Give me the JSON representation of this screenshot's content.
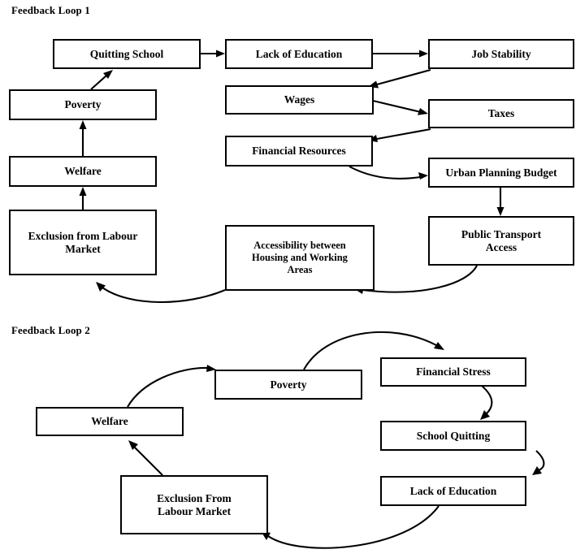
{
  "diagram": {
    "type": "flow-diagram",
    "title_visible": false,
    "background": "#ffffff",
    "line_color": "#000000",
    "box_fill": "#ffffff"
  },
  "loops": [
    {
      "id": "loop1",
      "label": "Feedback Loop 1",
      "nodes": [
        {
          "id": "l1-quitting-school",
          "label": "Quitting School"
        },
        {
          "id": "l1-lack-of-education",
          "label": "Lack of Education"
        },
        {
          "id": "l1-job-stability",
          "label": "Job Stability"
        },
        {
          "id": "l1-poverty",
          "label": "Poverty"
        },
        {
          "id": "l1-wages",
          "label": "Wages"
        },
        {
          "id": "l1-taxes",
          "label": "Taxes"
        },
        {
          "id": "l1-welfare",
          "label": "Welfare"
        },
        {
          "id": "l1-financial-resources",
          "label": "Financial Resources"
        },
        {
          "id": "l1-urban-planning-budget",
          "label": "Urban Planning Budget"
        },
        {
          "id": "l1-exclusion-from-labour-market",
          "label_line1": "Exclusion from Labour",
          "label_line2": "Market"
        },
        {
          "id": "l1-accessibility",
          "label_line1": "Accessibility between",
          "label_line2": "Housing and Working",
          "label_line3": "Areas"
        },
        {
          "id": "l1-public-transport-access",
          "label_line1": "Public Transport",
          "label_line2": "Access"
        }
      ],
      "edges": [
        {
          "from": "l1-quitting-school",
          "to": "l1-lack-of-education"
        },
        {
          "from": "l1-lack-of-education",
          "to": "l1-job-stability"
        },
        {
          "from": "l1-job-stability",
          "to": "l1-wages"
        },
        {
          "from": "l1-wages",
          "to": "l1-taxes"
        },
        {
          "from": "l1-taxes",
          "to": "l1-financial-resources"
        },
        {
          "from": "l1-financial-resources",
          "to": "l1-urban-planning-budget"
        },
        {
          "from": "l1-urban-planning-budget",
          "to": "l1-public-transport-access"
        },
        {
          "from": "l1-public-transport-access",
          "to": "l1-accessibility"
        },
        {
          "from": "l1-accessibility",
          "to": "l1-exclusion-from-labour-market"
        },
        {
          "from": "l1-exclusion-from-labour-market",
          "to": "l1-welfare"
        },
        {
          "from": "l1-welfare",
          "to": "l1-poverty"
        },
        {
          "from": "l1-poverty",
          "to": "l1-quitting-school"
        }
      ]
    },
    {
      "id": "loop2",
      "label": "Feedback Loop 2",
      "nodes": [
        {
          "id": "l2-poverty",
          "label": "Poverty"
        },
        {
          "id": "l2-financial-stress",
          "label": "Financial Stress"
        },
        {
          "id": "l2-welfare",
          "label": "Welfare"
        },
        {
          "id": "l2-school-quitting",
          "label": "School Quitting"
        },
        {
          "id": "l2-lack-of-education",
          "label": "Lack of Education"
        },
        {
          "id": "l2-exclusion-from-labour-market",
          "label_line1": "Exclusion From",
          "label_line2": "Labour Market"
        }
      ],
      "edges": [
        {
          "from": "l2-poverty",
          "to": "l2-financial-stress"
        },
        {
          "from": "l2-financial-stress",
          "to": "l2-school-quitting"
        },
        {
          "from": "l2-school-quitting",
          "to": "l2-lack-of-education"
        },
        {
          "from": "l2-lack-of-education",
          "to": "l2-exclusion-from-labour-market"
        },
        {
          "from": "l2-exclusion-from-labour-market",
          "to": "l2-welfare"
        },
        {
          "from": "l2-welfare",
          "to": "l2-poverty"
        }
      ]
    }
  ]
}
